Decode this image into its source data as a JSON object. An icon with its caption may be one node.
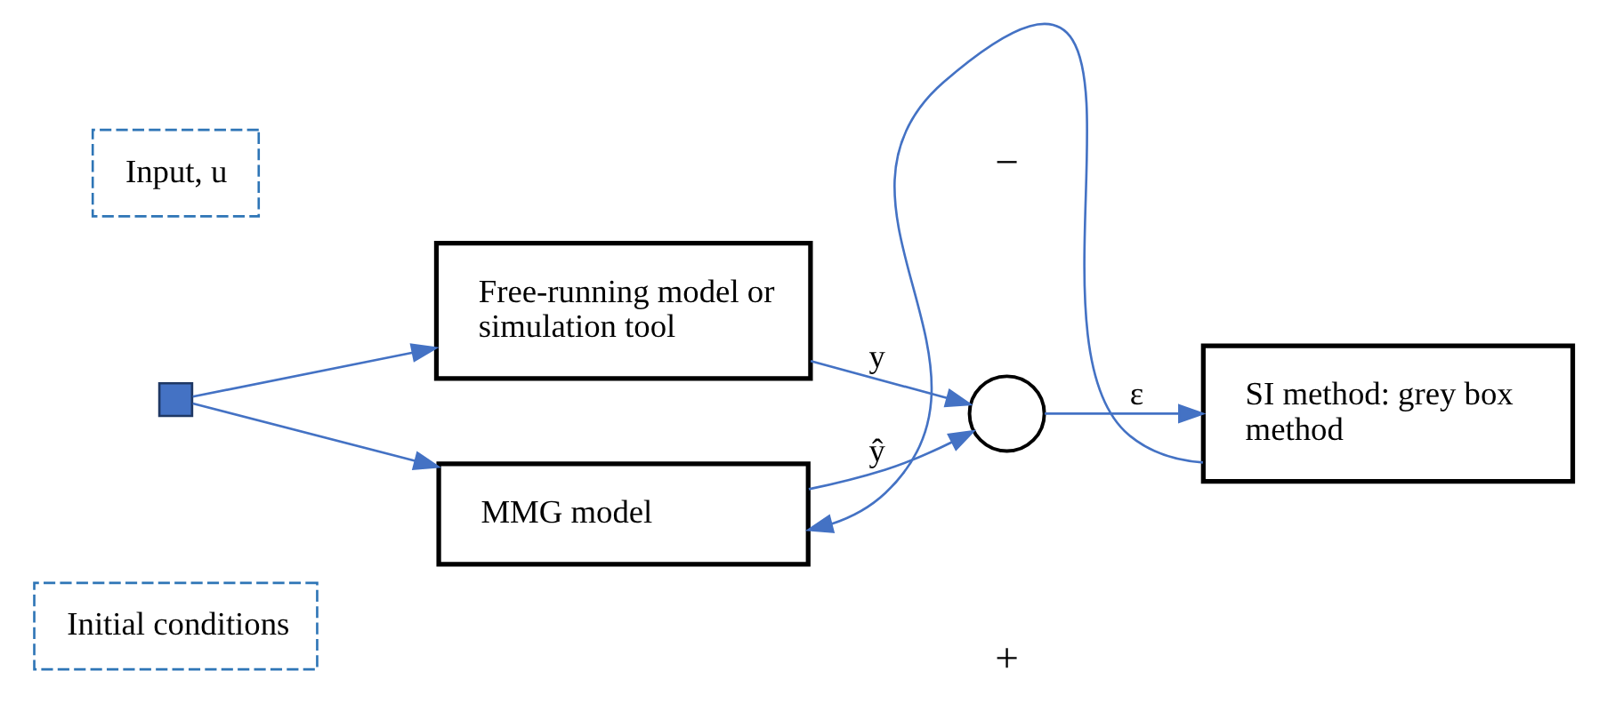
{
  "diagram": {
    "nodes": [
      {
        "text": [
          "Input, u"
        ]
      },
      {
        "text": [
          "Initial conditions"
        ]
      },
      {
        "text": [],
        "shape": "cross"
      },
      {
        "text": [
          "Free-running model or simulation tool"
        ]
      },
      {
        "text": [
          "MMG model"
        ]
      },
      {
        "text": [],
        "shape": "circle"
      },
      {
        "text": [
          "SI method: grey box method"
        ]
      }
    ],
    "edges": [
      {
        "from": 2,
        "to": 3,
        "arrow": "to"
      },
      {
        "from": 2,
        "to": 4,
        "arrow": "to"
      },
      {
        "from": 3,
        "to": 5,
        "arrow": "to",
        "label": "y"
      },
      {
        "from": 4,
        "to": 5,
        "arrow": "to",
        "label": "ŷ"
      },
      {
        "from": 5,
        "to": 6,
        "arrow": "to",
        "label": "ε"
      },
      {
        "from": 6,
        "to": 4,
        "arrow": "to"
      }
    ],
    "labels": [
      "−",
      "+"
    ]
  }
}
